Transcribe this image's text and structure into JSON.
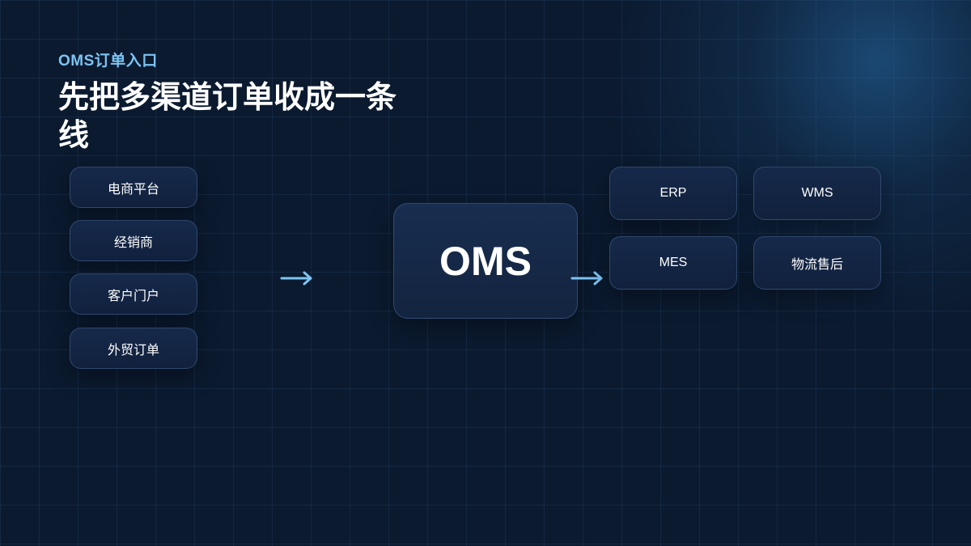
{
  "eyebrow": "OMS订单入口",
  "title": "先把多渠道订单收成一条线",
  "sources": [
    {
      "label": "电商平台"
    },
    {
      "label": "经销商"
    },
    {
      "label": "客户门户"
    },
    {
      "label": "外贸订单"
    }
  ],
  "hub": {
    "label": "OMS"
  },
  "targets": [
    {
      "label": "ERP"
    },
    {
      "label": "WMS"
    },
    {
      "label": "MES"
    },
    {
      "label": "物流售后"
    }
  ],
  "colors": {
    "background": "#0b1a2f",
    "accent": "#7cc4f2",
    "node_fill": "#16294a",
    "arrow": "#7cc4f2"
  },
  "icons": {
    "flow_arrow": "right-arrow-icon"
  }
}
